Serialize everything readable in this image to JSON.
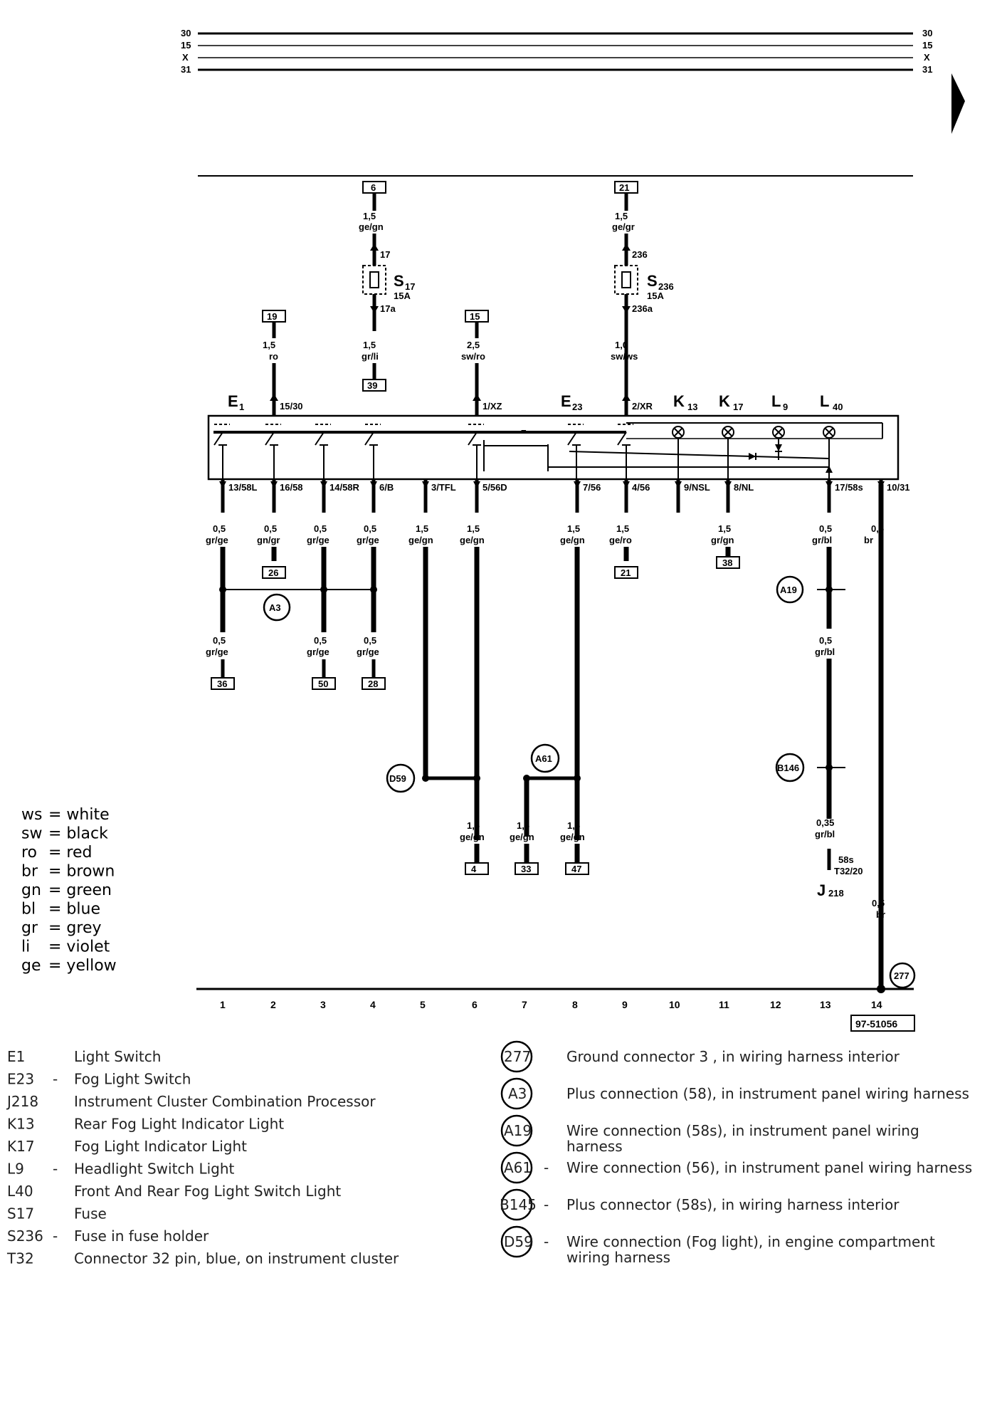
{
  "rails": [
    "30",
    "15",
    "X",
    "31"
  ],
  "page_arrow": "continue-right-icon",
  "fuses": [
    {
      "id": "S17",
      "name": "S",
      "sub": "17",
      "rating": "15A",
      "pin_in": "17",
      "pin_out": "17a",
      "ref": "6",
      "wire_in": {
        "gauge": "1,5",
        "color": "ge/gn"
      },
      "wire_out": {
        "gauge": "1,5",
        "color": "gr/li"
      },
      "ref_out": "39"
    },
    {
      "id": "S236",
      "name": "S",
      "sub": "236",
      "rating": "15A",
      "pin_in": "236",
      "pin_out": "236a",
      "ref": "21",
      "wire_in": {
        "gauge": "1,5",
        "color": "ge/gr"
      },
      "wire_out": {
        "gauge": "1,0",
        "color": "sw/ws"
      }
    }
  ],
  "inputs": [
    {
      "ref": "19",
      "gauge": "1,5",
      "color": "ro",
      "pin": "15/30"
    },
    {
      "ref": "15",
      "gauge": "2,5",
      "color": "sw/ro",
      "pin": "1/XZ"
    },
    {
      "pin": "2/XR"
    }
  ],
  "components_top": [
    {
      "name": "E",
      "sub": "1"
    },
    {
      "name": "E",
      "sub": "23"
    },
    {
      "name": "K",
      "sub": "13"
    },
    {
      "name": "K",
      "sub": "17"
    },
    {
      "name": "L",
      "sub": "9"
    },
    {
      "name": "L",
      "sub": "40"
    }
  ],
  "outputs": [
    {
      "pin": "13/58L",
      "gauge": "0,5",
      "color": "gr/ge"
    },
    {
      "pin": "16/58",
      "gauge": "0,5",
      "color": "gn/gr",
      "ref": "26"
    },
    {
      "pin": "14/58R",
      "gauge": "0,5",
      "color": "gr/ge"
    },
    {
      "pin": "6/B",
      "gauge": "0,5",
      "color": "gr/ge"
    },
    {
      "pin": "3/TFL",
      "gauge": "1,5",
      "color": "ge/gn"
    },
    {
      "pin": "5/56D",
      "gauge": "1,5",
      "color": "ge/gn"
    },
    {
      "pin": "7/56",
      "gauge": "1,5",
      "color": "ge/gn"
    },
    {
      "pin": "4/56",
      "gauge": "1,5",
      "color": "ge/ro",
      "ref": "21"
    },
    {
      "pin": "9/NSL"
    },
    {
      "pin": "8/NL",
      "gauge": "1,5",
      "color": "gr/gn",
      "ref": "38"
    },
    {
      "pin": "17/58s",
      "gauge": "0,5",
      "color": "gr/bl"
    },
    {
      "pin": "10/31",
      "gauge": "0,5",
      "color": "br"
    }
  ],
  "lower_wires": [
    {
      "gauge": "0,5",
      "color": "gr/ge",
      "ref": "36"
    },
    {
      "gauge": "0,5",
      "color": "gr/ge",
      "ref": "50"
    },
    {
      "gauge": "0,5",
      "color": "gr/ge",
      "ref": "28"
    },
    {
      "gauge": "1,5",
      "color": "ge/gn",
      "ref": "4"
    },
    {
      "gauge": "1,5",
      "color": "ge/gn",
      "ref": "33"
    },
    {
      "gauge": "1,5",
      "color": "ge/gn",
      "ref": "47"
    },
    {
      "gauge": "0,5",
      "color": "gr/bl"
    },
    {
      "gauge": "0,35",
      "color": "gr/bl"
    }
  ],
  "connectors": [
    "A3",
    "A19",
    "A61",
    "D59",
    "B146",
    "277"
  ],
  "j218": {
    "pin": "58s",
    "connector": "T32/20",
    "name": "J",
    "sub": "218"
  },
  "ruler": [
    "1",
    "2",
    "3",
    "4",
    "5",
    "6",
    "7",
    "8",
    "9",
    "10",
    "11",
    "12",
    "13",
    "14"
  ],
  "doc_id": "97-51056",
  "color_legend": [
    {
      "code": "ws",
      "name": "white"
    },
    {
      "code": "sw",
      "name": "black"
    },
    {
      "code": "ro",
      "name": "red"
    },
    {
      "code": "br",
      "name": "brown"
    },
    {
      "code": "gn",
      "name": "green"
    },
    {
      "code": "bl",
      "name": "blue"
    },
    {
      "code": "gr",
      "name": "grey"
    },
    {
      "code": "li",
      "name": "violet"
    },
    {
      "code": "ge",
      "name": "yellow"
    }
  ],
  "component_legend": [
    {
      "code": "E1",
      "dash": "",
      "desc": "Light Switch"
    },
    {
      "code": "E23",
      "dash": "-",
      "desc": "Fog Light Switch"
    },
    {
      "code": "J218",
      "dash": "",
      "desc": "Instrument Cluster Combination Processor"
    },
    {
      "code": "K13",
      "dash": "",
      "desc": "Rear Fog Light Indicator Light"
    },
    {
      "code": "K17",
      "dash": "",
      "desc": "Fog Light Indicator Light"
    },
    {
      "code": "L9",
      "dash": "-",
      "desc": "Headlight Switch Light"
    },
    {
      "code": "L40",
      "dash": "",
      "desc": "Front And Rear Fog Light Switch Light"
    },
    {
      "code": "S17",
      "dash": "",
      "desc": "Fuse"
    },
    {
      "code": "S236",
      "dash": "-",
      "desc": "Fuse in fuse holder"
    },
    {
      "code": "T32",
      "dash": "",
      "desc": "Connector 32 pin, blue, on instrument cluster"
    }
  ],
  "connector_legend": [
    {
      "code": "277",
      "dash": "",
      "desc": "Ground connector 3 , in wiring harness interior"
    },
    {
      "code": "A3",
      "dash": "",
      "desc": "Plus connection (58), in instrument panel wiring harness"
    },
    {
      "code": "A19",
      "dash": "",
      "desc": "Wire connection (58s), in instrument panel wiring harness"
    },
    {
      "code": "A61",
      "dash": "-",
      "desc": "Wire connection (56), in instrument panel wiring harness"
    },
    {
      "code": "B145",
      "dash": "-",
      "desc": "Plus connector (58s), in wiring harness interior"
    },
    {
      "code": "D59",
      "dash": "-",
      "desc": "Wire connection (Fog light), in engine compartment wiring harness"
    }
  ]
}
